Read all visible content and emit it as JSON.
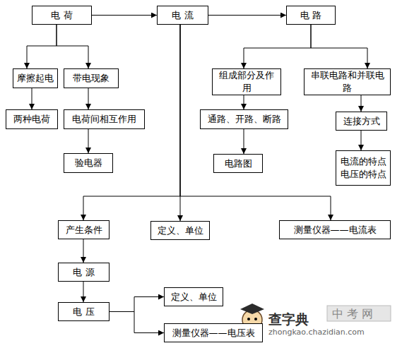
{
  "diagram": {
    "nodes": [
      {
        "text": [
          "电 荷"
        ]
      },
      {
        "text": [
          "电 流"
        ]
      },
      {
        "text": [
          "电 路"
        ]
      },
      {
        "text": [
          "摩擦起电"
        ]
      },
      {
        "text": [
          "带电现象"
        ]
      },
      {
        "text": [
          "两种电荷"
        ]
      },
      {
        "text": [
          "电荷间相互作用"
        ]
      },
      {
        "text": [
          "验电器"
        ]
      },
      {
        "text": [
          "组成部分及作用"
        ]
      },
      {
        "text": [
          "串联电路和并联电路"
        ]
      },
      {
        "text": [
          "通路、开路、断路"
        ]
      },
      {
        "text": [
          "连接方式"
        ]
      },
      {
        "text": [
          "电路图"
        ]
      },
      {
        "text": [
          "电流的特点 电压的特点"
        ]
      },
      {
        "text": [
          "产生条件"
        ]
      },
      {
        "text": [
          "定义、单位"
        ]
      },
      {
        "text": [
          "测量仪器——电流表"
        ]
      },
      {
        "text": [
          "电 源"
        ]
      },
      {
        "text": [
          "电 压"
        ]
      },
      {
        "text": [
          "定义、单位"
        ]
      },
      {
        "text": [
          "测量仪器——电压表"
        ]
      }
    ],
    "edges": [
      {
        "from": 0,
        "to": 1,
        "arrow": "to"
      },
      {
        "from": 1,
        "to": 2,
        "arrow": "to"
      },
      {
        "from": 0,
        "to": 3,
        "arrow": "to"
      },
      {
        "from": 0,
        "to": 4,
        "arrow": "to"
      },
      {
        "from": 3,
        "to": 5,
        "arrow": "to"
      },
      {
        "from": 4,
        "to": 6,
        "arrow": "to"
      },
      {
        "from": 6,
        "to": 7,
        "arrow": "to"
      },
      {
        "from": 2,
        "to": 8,
        "arrow": "to"
      },
      {
        "from": 2,
        "to": 9,
        "arrow": "to"
      },
      {
        "from": 8,
        "to": 10,
        "arrow": "to"
      },
      {
        "from": 10,
        "to": 12,
        "arrow": "to"
      },
      {
        "from": 9,
        "to": 11,
        "arrow": "to"
      },
      {
        "from": 11,
        "to": 13,
        "arrow": "to"
      },
      {
        "from": 1,
        "to": 14,
        "arrow": "to"
      },
      {
        "from": 1,
        "to": 15,
        "arrow": "to"
      },
      {
        "from": 1,
        "to": 16,
        "arrow": "to"
      },
      {
        "from": 14,
        "to": 17,
        "arrow": "to"
      },
      {
        "from": 17,
        "to": 18,
        "arrow": "to"
      },
      {
        "from": 18,
        "to": 19,
        "arrow": "to"
      },
      {
        "from": 18,
        "to": 20,
        "arrow": "to"
      }
    ],
    "labels": [
      "查字典",
      "中 考 网",
      "zhongkao.chazidian.com"
    ]
  }
}
